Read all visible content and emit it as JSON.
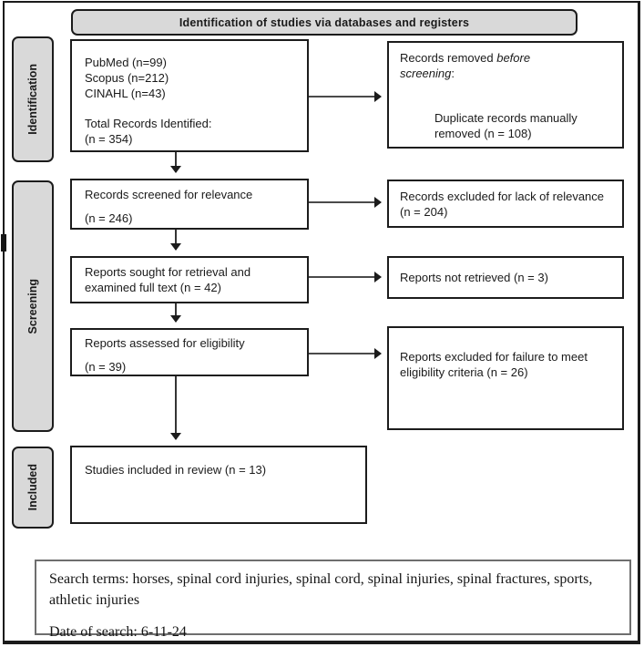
{
  "header": {
    "title": "Identification of studies via databases and registers"
  },
  "sidebar": {
    "items": [
      {
        "label": "Identification"
      },
      {
        "label": "Screening"
      },
      {
        "label": "Included"
      }
    ]
  },
  "flow": {
    "identified": {
      "db1": "PubMed (n=99)",
      "db2": "Scopus (n=212)",
      "db3": "CINAHL (n=43)",
      "total_label": "Total Records Identified:",
      "total_value": "(n = 354)"
    },
    "removed": {
      "prefix": "Records removed ",
      "emphasis": "before screening",
      "suffix": ":",
      "detail": "Duplicate records manually removed (n = 108)"
    },
    "screened": {
      "line1": "Records screened for relevance",
      "line2": "(n = 246)"
    },
    "excluded_relevance": {
      "text": "Records excluded for lack of relevance (n = 204)"
    },
    "sought": {
      "text": "Reports sought for retrieval and examined full text (n = 42)"
    },
    "not_retrieved": {
      "text": "Reports not retrieved (n = 3)"
    },
    "assessed": {
      "line1": "Reports assessed for eligibility",
      "line2": "(n = 39)"
    },
    "excluded_eligibility": {
      "text": "Reports excluded for failure to meet eligibility criteria (n = 26)"
    },
    "included": {
      "text": "Studies included in review (n = 13)"
    }
  },
  "footer": {
    "search_terms": "Search terms: horses, spinal cord injuries, spinal cord, spinal injuries, spinal fractures, sports, athletic injuries",
    "date_of_search": "Date of search: 6-11-24"
  },
  "colors": {
    "label_fill": "#d9d9d9",
    "box_fill": "#ffffff",
    "border": "#1c1c1c",
    "footer_border": "#6e6e6e",
    "text": "#1a1a1a"
  }
}
